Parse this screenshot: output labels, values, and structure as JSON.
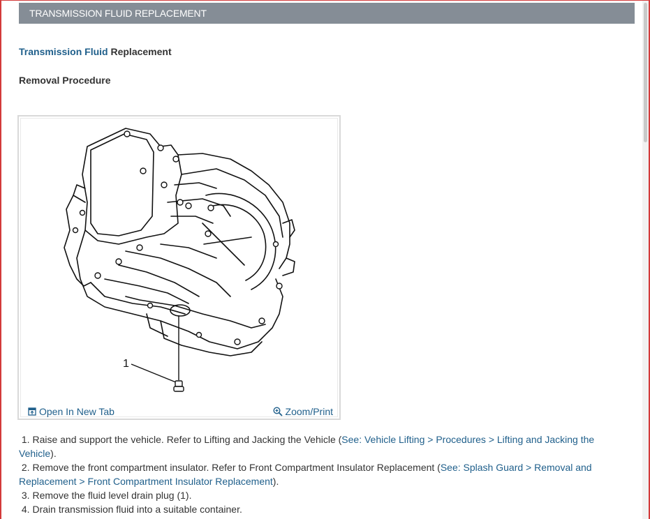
{
  "header": {
    "title": "TRANSMISSION FLUID REPLACEMENT"
  },
  "subtitle": {
    "link_text": "Transmission Fluid",
    "rest_text": " Replacement"
  },
  "section_title": "Removal Procedure",
  "figure": {
    "callout_label": "1",
    "open_tab_label": "Open In New Tab",
    "zoom_label": "Zoom/Print",
    "open_tab_icon": "open-in-new-tab-icon",
    "zoom_icon": "magnifier-icon"
  },
  "steps": [
    {
      "num": "1.",
      "text": " Raise and support the vehicle. Refer to Lifting and Jacking the Vehicle (",
      "link": "See: Vehicle Lifting > Procedures > Lifting and Jacking the Vehicle",
      "after": ")."
    },
    {
      "num": "2.",
      "text": " Remove the front compartment insulator. Refer to Front Compartment Insulator Replacement (",
      "link": "See: Splash Guard > Removal and Replacement > Front Compartment Insulator Replacement",
      "after": ")."
    },
    {
      "num": "3.",
      "text": " Remove the fluid level drain plug (1).",
      "link": "",
      "after": ""
    },
    {
      "num": "4.",
      "text": " Drain transmission fluid into a suitable container.",
      "link": "",
      "after": ""
    }
  ],
  "colors": {
    "header_bg": "#858d96",
    "link": "#1f5f8b",
    "frame": "#d33a3a"
  }
}
